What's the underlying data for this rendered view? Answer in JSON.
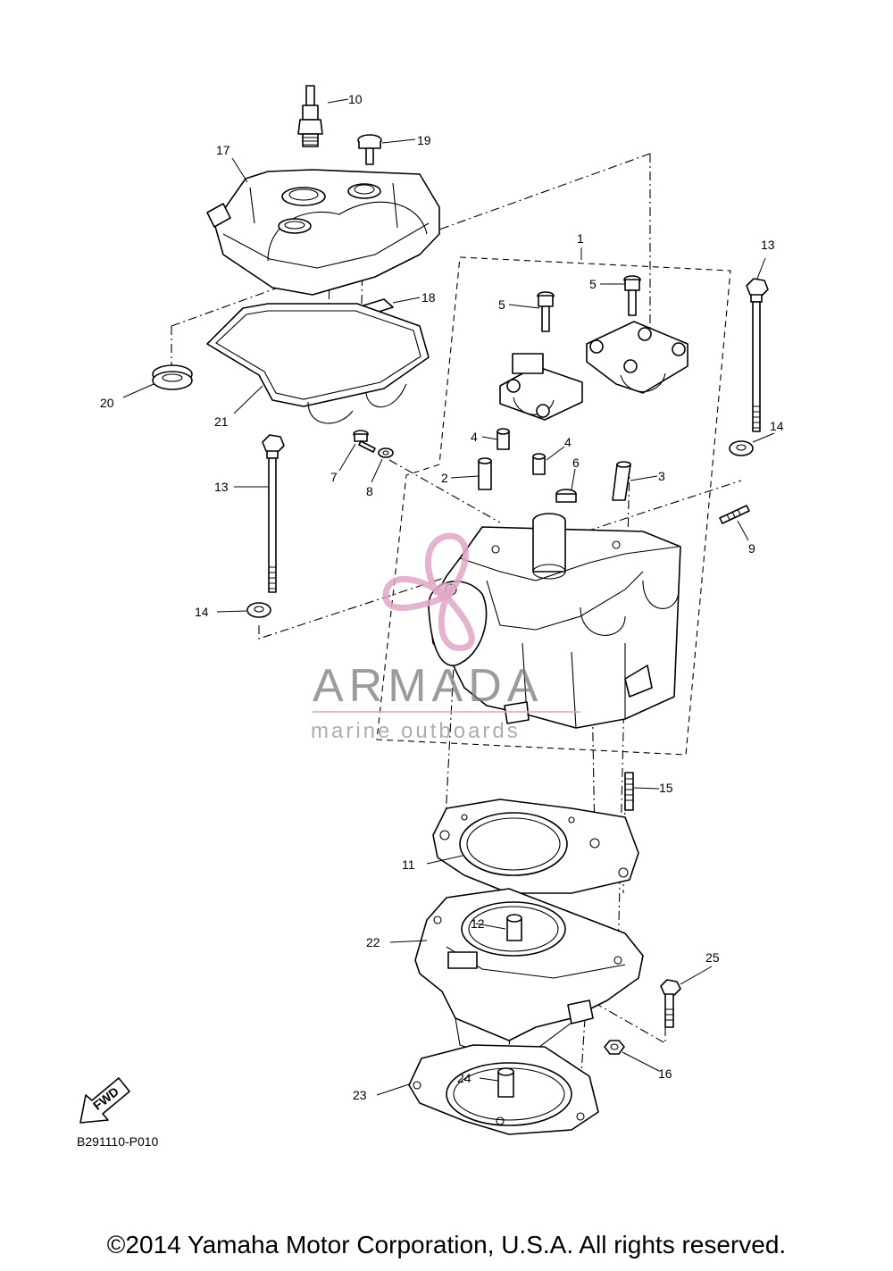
{
  "diagram": {
    "code": "B291110-P010",
    "fwd_label": "FWD",
    "callouts": {
      "c1": "1",
      "c2": "2",
      "c3": "3",
      "c4a": "4",
      "c4b": "4",
      "c5a": "5",
      "c5b": "5",
      "c6": "6",
      "c7": "7",
      "c8": "8",
      "c9": "9",
      "c10": "10",
      "c11": "11",
      "c12": "12",
      "c13a": "13",
      "c13b": "13",
      "c14a": "14",
      "c14b": "14",
      "c15": "15",
      "c16": "16",
      "c17": "17",
      "c18": "18",
      "c19": "19",
      "c20": "20",
      "c21": "21",
      "c22": "22",
      "c23": "23",
      "c24": "24",
      "c25": "25"
    }
  },
  "watermark": {
    "brand": "ARMADA",
    "tagline": "marine outboards",
    "accent_color": "#e0a6c4"
  },
  "footer": {
    "copyright": "©2014 Yamaha Motor Corporation, U.S.A. All rights reserved."
  }
}
